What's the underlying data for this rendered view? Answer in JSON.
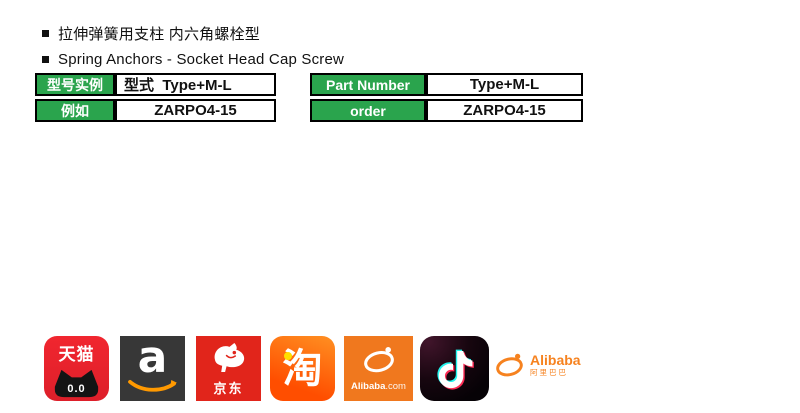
{
  "headers": [
    {
      "text": "拉伸弹簧用支柱 内六角螺栓型"
    },
    {
      "text": "Spring Anchors - Socket Head Cap Screw"
    }
  ],
  "tables": [
    {
      "rows": [
        {
          "header": "型号实例",
          "value": "型式  Type+M-L"
        },
        {
          "header": "例如",
          "value": "ZARPO4-15"
        }
      ]
    },
    {
      "rows": [
        {
          "header": "Part Number",
          "value": "Type+M-L"
        },
        {
          "header": "order",
          "value": "ZARPO4-15"
        }
      ]
    }
  ],
  "logos": {
    "tmall": {
      "name": "天猫",
      "face": "0.0"
    },
    "amazon": {
      "letter": "a"
    },
    "jd": {
      "label": "京东"
    },
    "taobao": {
      "char": "淘"
    },
    "alibaba_com": {
      "brand": "Alibaba",
      "suffix": ".com"
    },
    "alibaba": {
      "brand": "Alibaba",
      "cn": "阿里巴巴"
    }
  },
  "colors": {
    "table_green": "#2AA44D",
    "tmall_red": "#E8262E",
    "jd_red": "#E1251B",
    "taobao_orange_start": "#FF9022",
    "taobao_orange_end": "#FF4E00",
    "amazon_dark": "#373737",
    "amazon_orange": "#FF9900",
    "alibabacom_orange": "#F0781E",
    "alibaba_orange": "#F6821F",
    "tiktok_cyan": "#25F4EE",
    "tiktok_pink": "#FE2C55"
  }
}
